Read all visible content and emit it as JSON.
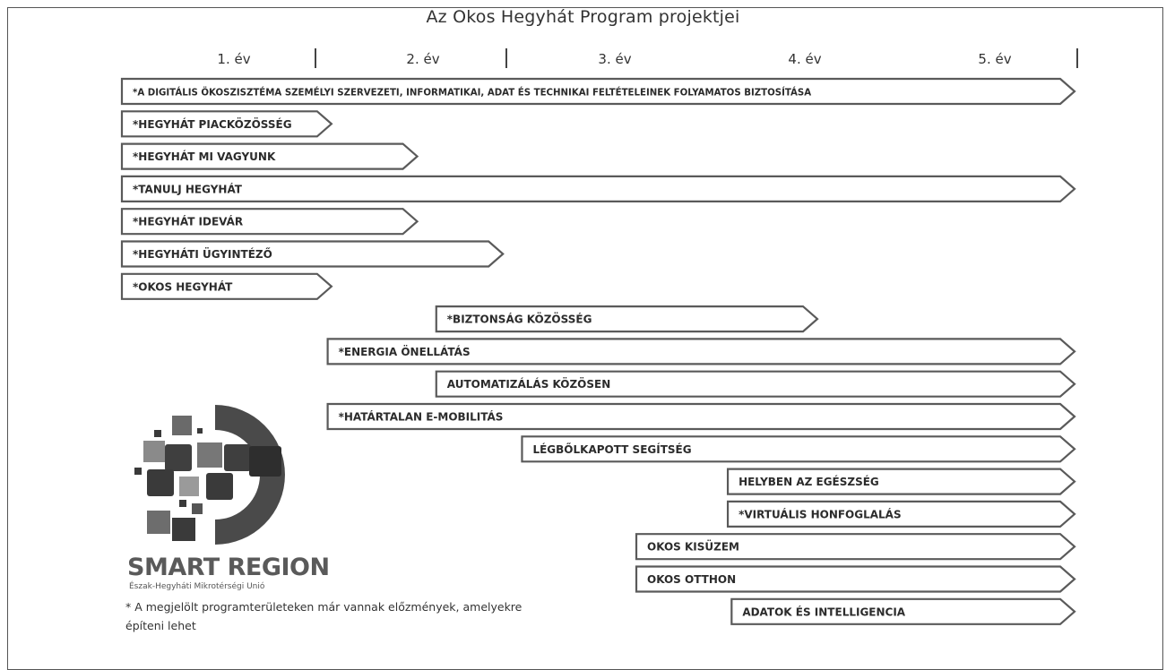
{
  "title": "Az Okos Hegyhát Program projektjei",
  "years": [
    "1.  év",
    "2.  év",
    "3.  év",
    "4.  év",
    "5.  év"
  ],
  "bars": [
    {
      "label": "*A DIGITÁLIS  ÖKOSZISZTÉMA SZEMÉLYI SZERVEZETI, INFORMATIKAI, ADAT ÉS TECHNIKAI FELTÉTELEINEK FOLYAMATOS BIZTOSÍTÁSA",
      "start": 0,
      "end": 5
    },
    {
      "label": "*HEGYHÁT PIACKÖZÖSSÉG",
      "start": 0,
      "end": 1.1
    },
    {
      "label": "*HEGYHÁT MI VAGYUNK",
      "start": 0,
      "end": 1.55
    },
    {
      "label": "*TANULJ HEGYHÁT",
      "start": 0,
      "end": 5
    },
    {
      "label": "*HEGYHÁT IDEVÁR",
      "start": 0,
      "end": 1.55
    },
    {
      "label": "*HEGYHÁTI ÜGYINTÉZŐ",
      "start": 0,
      "end": 2.0
    },
    {
      "label": "*OKOS HEGYHÁT",
      "start": 0,
      "end": 1.1
    },
    {
      "label": "*BIZTONSÁG KÖZÖSSÉG",
      "start": 1.65,
      "end": 3.65
    },
    {
      "label": "*ENERGIA ÖNELLÁTÁS",
      "start": 1.08,
      "end": 5
    },
    {
      "label": "AUTOMATIZÁLÁS KÖZÖSEN",
      "start": 1.65,
      "end": 5
    },
    {
      "label": "*HATÁRTALAN E-MOBILITÁS",
      "start": 1.08,
      "end": 5
    },
    {
      "label": "LÉGBŐLKAPOTT SEGÍTSÉG",
      "start": 2.1,
      "end": 5
    },
    {
      "label": "HELYBEN AZ EGÉSZSÉG",
      "start": 3.18,
      "end": 5
    },
    {
      "label": "*VIRTUÁLIS HONFOGLALÁS",
      "start": 3.18,
      "end": 5
    },
    {
      "label": "OKOS KISÜZEM",
      "start": 2.7,
      "end": 5
    },
    {
      "label": "OKOS OTTHON",
      "start": 2.7,
      "end": 5
    },
    {
      "label": "ADATOK ÉS INTELLIGENCIA",
      "start": 3.2,
      "end": 5
    }
  ],
  "logo": {
    "name": "SMART REGION",
    "subtitle": "Észak-Hegyháti Mikrotérségi Unió"
  },
  "footnote": "* A megjelölt programterületeken már vannak előzmények, amelyekre építeni lehet"
}
